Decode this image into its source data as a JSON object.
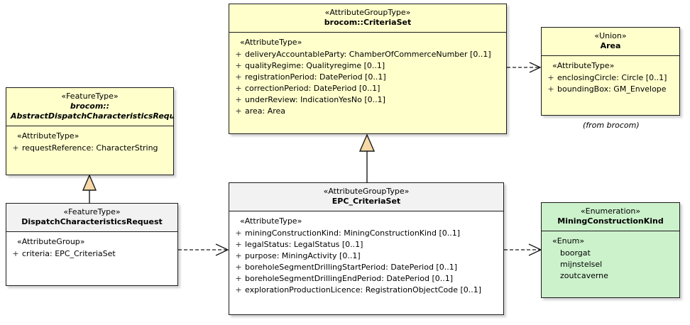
{
  "diagram": {
    "type": "uml-class-diagram",
    "title": "",
    "background": "#ffffff",
    "colors": {
      "yellow_fill": "#ffffcc",
      "green_fill": "#ccf2cc",
      "white_fill": "#ffffff",
      "grey_header": "#f2f2f2",
      "border": "#1a1a1a",
      "generalization_arrow_fill": "#f7d9a8"
    }
  },
  "boxes": {
    "criteria_set": {
      "stereotype": "«AttributeGroupType»",
      "name": "brocom::CriteriaSet",
      "compartment_stereotype": "«AttributeType»",
      "attributes": [
        {
          "visibility": "+",
          "text": "deliveryAccountableParty: ChamberOfCommerceNumber [0..1]"
        },
        {
          "visibility": "+",
          "text": "qualityRegime: Qualityregime [0..1]"
        },
        {
          "visibility": "+",
          "text": "registrationPeriod: DatePeriod [0..1]"
        },
        {
          "visibility": "+",
          "text": "correctionPeriod: DatePeriod [0..1]"
        },
        {
          "visibility": "+",
          "text": "underReview: IndicationYesNo [0..1]"
        },
        {
          "visibility": "+",
          "text": "area: Area"
        }
      ]
    },
    "area": {
      "stereotype": "«Union»",
      "name": "Area",
      "compartment_stereotype": "«AttributeType»",
      "attributes": [
        {
          "visibility": "+",
          "text": "enclosingCircle: Circle [0..1]"
        },
        {
          "visibility": "+",
          "text": "boundingBox: GM_Envelope"
        }
      ],
      "caption": "(from brocom)"
    },
    "abstract_dispatch_request": {
      "stereotype": "«FeatureType»",
      "name": "brocom::\nAbstractDispatchCharacteristicsRequest",
      "compartment_stereotype": "«AttributeType»",
      "attributes": [
        {
          "visibility": "+",
          "text": "requestReference: CharacterString"
        }
      ]
    },
    "dispatch_request": {
      "stereotype": "«FeatureType»",
      "name": "DispatchCharacteristicsRequest",
      "compartment_stereotype": "«AttributeGroup»",
      "attributes": [
        {
          "visibility": "+",
          "text": "criteria: EPC_CriteriaSet"
        }
      ]
    },
    "epc_criteria_set": {
      "stereotype": "«AttributeGroupType»",
      "name": "EPC_CriteriaSet",
      "compartment_stereotype": "«AttributeType»",
      "attributes": [
        {
          "visibility": "+",
          "text": "miningConstructionKind: MiningConstructionKind [0..1]"
        },
        {
          "visibility": "+",
          "text": "legalStatus: LegalStatus [0..1]"
        },
        {
          "visibility": "+",
          "text": "purpose: MiningActivity [0..1]"
        },
        {
          "visibility": "+",
          "text": "boreholeSegmentDrillingStartPeriod: DatePeriod [0..1]"
        },
        {
          "visibility": "+",
          "text": "boreholeSegmentDrillingEndPeriod: DatePeriod [0..1]"
        },
        {
          "visibility": "+",
          "text": "explorationProductionLicence: RegistrationObjectCode [0..1]"
        }
      ]
    },
    "mining_construction_kind": {
      "stereotype": "«Enumeration»",
      "name": "MiningConstructionKind",
      "compartment_stereotype": "«Enum»",
      "values": [
        "boorgat",
        "mijnstelsel",
        "zoutcaverne"
      ]
    }
  },
  "connectors": [
    {
      "name": "generalization-epc-to-criteriaset",
      "kind": "generalization",
      "from": "EPC_CriteriaSet",
      "to": "brocom::CriteriaSet"
    },
    {
      "name": "generalization-dispatch-to-abstract",
      "kind": "generalization",
      "from": "DispatchCharacteristicsRequest",
      "to": "brocom::AbstractDispatchCharacteristicsRequest"
    },
    {
      "name": "dependency-criteriaset-to-area",
      "kind": "dependency",
      "from": "brocom::CriteriaSet",
      "to": "Area"
    },
    {
      "name": "dependency-dispatch-to-epc",
      "kind": "dependency",
      "from": "DispatchCharacteristicsRequest",
      "to": "EPC_CriteriaSet"
    },
    {
      "name": "dependency-epc-to-miningkind",
      "kind": "dependency",
      "from": "EPC_CriteriaSet",
      "to": "MiningConstructionKind"
    }
  ]
}
